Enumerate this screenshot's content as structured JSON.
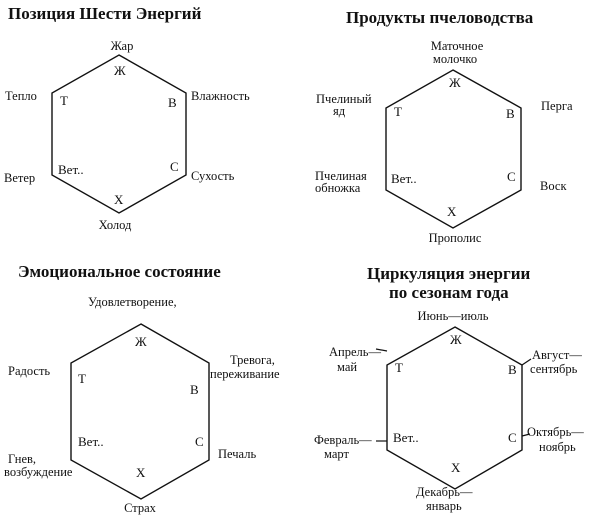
{
  "panels": [
    {
      "title": "Позиция Шести Энергий",
      "inner": {
        "top": "Ж",
        "upper_left": "Т",
        "upper_right": "В",
        "lower_left": "Вет..",
        "lower_right": "С",
        "bottom": "Х"
      },
      "outer": {
        "top": "Жар",
        "upper_left": "Тепло",
        "upper_right": "Влажность",
        "lower_left": "Ветер",
        "lower_right": "Сухость",
        "bottom": "Холод"
      }
    },
    {
      "title": "Продукты пчеловодства",
      "inner": {
        "top": "Ж",
        "upper_left": "Т",
        "upper_right": "В",
        "lower_left": "Вет..",
        "lower_right": "С",
        "bottom": "Х"
      },
      "outer": {
        "top_line1": "Маточное",
        "top_line2": "молочко",
        "upper_left_line1": "Пчелиный",
        "upper_left_line2": "яд",
        "upper_right": "Перга",
        "lower_left_line1": "Пчелиная",
        "lower_left_line2": "обножка",
        "lower_right": "Воск",
        "bottom": "Прополис"
      }
    },
    {
      "title": "Эмоциональное состояние",
      "inner": {
        "top": "Ж",
        "upper_left": "Т",
        "upper_right": "В",
        "lower_left": "Вет..",
        "lower_right": "С",
        "bottom": "Х"
      },
      "outer": {
        "top": "Удовлетворение,",
        "upper_left": "Радость",
        "upper_right_line1": "Тревога,",
        "upper_right_line2": "переживание",
        "lower_left_line1": "Гнев,",
        "lower_left_line2": "возбуждение",
        "lower_right": "Печаль",
        "bottom": "Страх"
      }
    },
    {
      "title_line1": "Циркуляция энергии",
      "title_line2": "по сезонам года",
      "inner": {
        "top": "Ж",
        "upper_left": "Т",
        "upper_right": "В",
        "lower_left": "Вет..",
        "lower_right": "С",
        "bottom": "Х"
      },
      "outer": {
        "top": "Июнь—июль",
        "upper_left_line1": "Апрель—",
        "upper_left_line2": "май",
        "upper_right_line1": "Август—",
        "upper_right_line2": "сентябрь",
        "lower_left_line1": "Февраль—",
        "lower_left_line2": "март",
        "lower_right_line1": "Октябрь—",
        "lower_right_line2": "ноябрь",
        "bottom_line1": "Декабрь—",
        "bottom_line2": "январь"
      }
    }
  ]
}
